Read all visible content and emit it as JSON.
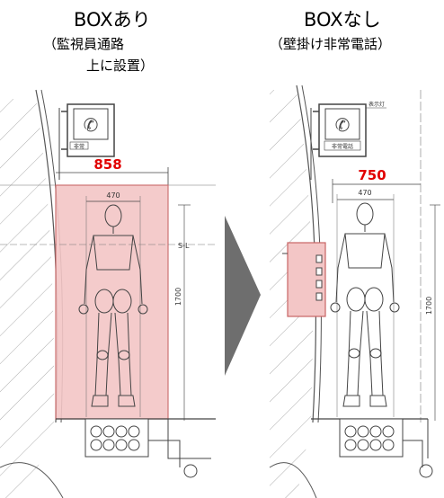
{
  "left": {
    "title": "BOXあり",
    "subtitle_line1": "（監視員通路",
    "subtitle_line2": "上に設置）",
    "width_dim": "858",
    "figure_width": "470",
    "height_dim": "",
    "side_label": "S-L",
    "phone_label": "非常"
  },
  "right": {
    "title": "BOXなし",
    "subtitle": "（壁掛け非常電話）",
    "width_dim": "750",
    "figure_width": "470",
    "height_dim": "1700",
    "phone_label": "非常電話",
    "lamp_label": "表示灯"
  },
  "left_height_label": "1700",
  "colors": {
    "box_fill": "#f3c6c6",
    "box_stroke": "#c86464",
    "dim_red": "#e10000",
    "arrow": "#6e6e6e",
    "line": "#555555"
  }
}
